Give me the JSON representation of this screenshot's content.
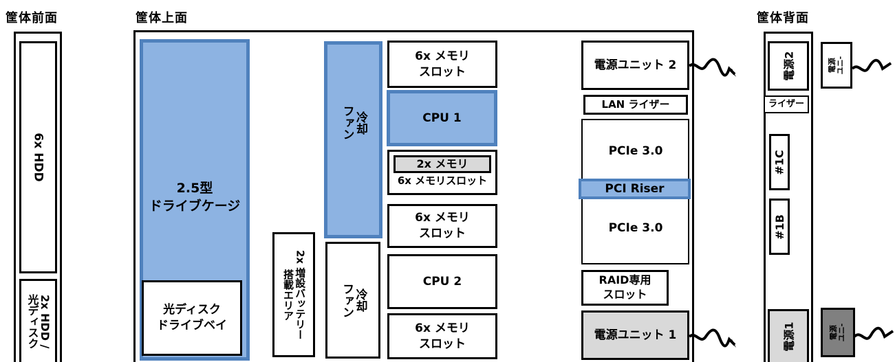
{
  "titles": {
    "front": "筐体前面",
    "top": "筐体上面",
    "back": "筐体背面"
  },
  "front": {
    "hdd": "6x HDD",
    "hdd_odd": "2x HDD /\n光ディスク"
  },
  "top": {
    "drive_cage": "2.5型\nドライブケージ",
    "odd_bay": "光ディスク\nドライブベイ",
    "battery": "2x 増設バッテリー\n搭載エリア",
    "fan1": "冷却\nファン",
    "fan2": "冷却\nファン",
    "mem1": "6x メモリ\nスロット",
    "cpu1": "CPU 1",
    "mem2_inner": "2x メモリ",
    "mem2": "6x メモリスロット",
    "mem3": "6x メモリ\nスロット",
    "cpu2": "CPU 2",
    "mem4": "6x メモリ\nスロット",
    "psu2": "電源ユニット 2",
    "lan_riser": "LAN ライザー",
    "pcie_top": "PCIe 3.0",
    "pci_riser": "PCI Riser",
    "pcie_bottom": "PCIe 3.0",
    "raid": "RAID専用\nスロット",
    "psu1": "電源ユニット 1"
  },
  "back": {
    "psu2": "電源2",
    "psu2_ext": "電源\nユニ-",
    "riser": "ライザー",
    "slot_1c": "#1C",
    "slot_1b": "#1B",
    "psu1": "電源1",
    "psu1_ext": "電源\nユニ-"
  },
  "colors": {
    "blue_fill": "#8db3e2",
    "blue_border": "#4f81bd",
    "grey_fill": "#d9d9d9",
    "dark_grey_fill": "#808080"
  }
}
